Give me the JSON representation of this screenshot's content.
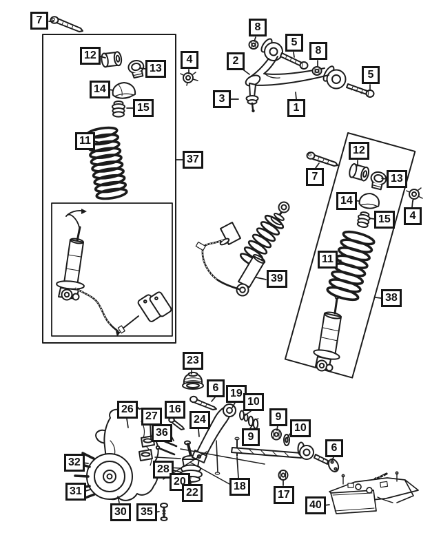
{
  "colors": {
    "ink": "#1b1b1b",
    "background": "#ffffff"
  },
  "callouts": {
    "c7a": "7",
    "c12a": "12",
    "c13a": "13",
    "c14a": "14",
    "c15a": "15",
    "c11a": "11",
    "c37": "37",
    "c4a": "4",
    "c8a": "8",
    "c2": "2",
    "c5a": "5",
    "c8b": "8",
    "c5b": "5",
    "c3": "3",
    "c1": "1",
    "c7b": "7",
    "c12b": "12",
    "c13b": "13",
    "c4b": "4",
    "c14b": "14",
    "c15b": "15",
    "c11b": "11",
    "c38": "38",
    "c39": "39",
    "c23": "23",
    "c6a": "6",
    "c19": "19",
    "c10a": "10",
    "c9a": "9",
    "c16": "16",
    "c26": "26",
    "c27": "27",
    "c36": "36",
    "c24": "24",
    "c9b": "9",
    "c10b": "10",
    "c32": "32",
    "c28": "28",
    "c20": "20",
    "c31": "31",
    "c22": "22",
    "c30": "30",
    "c35": "35",
    "c18": "18",
    "c17": "17",
    "c6b": "6",
    "c40": "40"
  }
}
